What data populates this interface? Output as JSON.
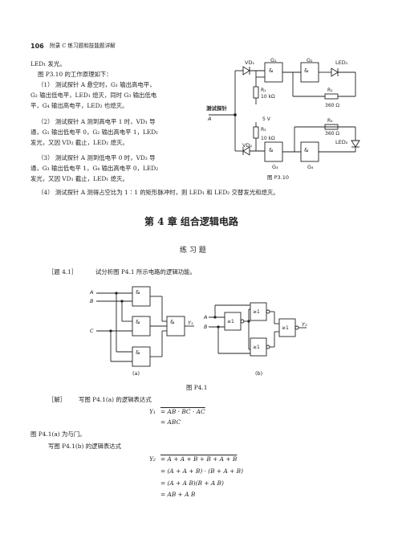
{
  "header": {
    "page_number": "106",
    "running_title": "附录 C   练习题和技能题详解"
  },
  "top_section": {
    "lines": [
      "LED₁ 发光。",
      "图 P3.10 的工作原理如下：",
      "（1） 测试探针 A 悬空时，G₁ 输出高电平，",
      "G₂ 输出低电平，LED₁ 熄灭，同时 G₃ 输出低电",
      "平，G₄ 输出高电平，LED₂ 也熄灭。",
      "（2） 测试探针 A 测到高电平 1 时，VD₁ 导",
      "通，G₁ 输出低电平 0，G₂ 输出高电平 1，LED₁",
      "发光，又因 VD₂ 截止，LED₂ 熄灭。",
      "（3） 测试探针 A 测到低电平 0 时，VD₂ 导",
      "通，G₃ 输出低电平 1，G₄ 输出高电平 0，LED₂",
      "发光，又因 VD₁ 截止，LED₁ 熄灭。"
    ],
    "full_line": "（4） 测试探针 A 测得占空比为 1∶1 的矩形脉冲时，则 LED₁ 和 LED₂ 交替发光和熄灭。"
  },
  "fig_p310": {
    "caption": "图 P3.10",
    "probe_label": "测试探针",
    "probe_node": "A",
    "vd1": "VD₁",
    "vd2": "VD₂",
    "g1": "G₁",
    "g2": "G₂",
    "g3": "G₃",
    "g4": "G₄",
    "led1": "LED₁",
    "led2": "LED₂",
    "r1": "R₁",
    "r1_val": "10 kΩ",
    "r2": "R₂",
    "r2_val": "360 Ω",
    "r3": "R₃",
    "r3_val": "10 kΩ",
    "r4": "R₄",
    "r4_val": "360 Ω",
    "vcc": "5 V",
    "and_sym": "&"
  },
  "chapter": {
    "title": "第 4 章    组合逻辑电路"
  },
  "section": {
    "title": "练   习   题"
  },
  "problem": {
    "tag": "［题 4.1］",
    "text": "试分析图 P4.1 所示电路的逻辑功能。"
  },
  "fig_p41": {
    "caption": "图 P4.1",
    "a_in": "A",
    "b_in": "B",
    "c_in": "C",
    "y1": "Y₁",
    "y2": "Y₂",
    "and_sym": "&",
    "or_sym": "≥1",
    "sub_a": "(a)",
    "sub_b": "(b)"
  },
  "solution": {
    "tag": "［解］",
    "intro": "写图 P4.1(a) 的逻辑表达式",
    "y1_lhs": "Y₁",
    "y1_line1": "= AB · BC · AC",
    "y1_line2": "= ABC",
    "conclusion": "图 P4.1(a) 为与门。",
    "intro_b": "写图 P4.1(b) 的逻辑表达式",
    "y2_lhs": "Y₂",
    "y2_line1": "= A + A + B + B + A + B",
    "y2_line2": "= (A + A + B) · (B + A + B)",
    "y2_line3": "= (A + A B)(B + A B)",
    "y2_line4": "= AB + A B"
  }
}
